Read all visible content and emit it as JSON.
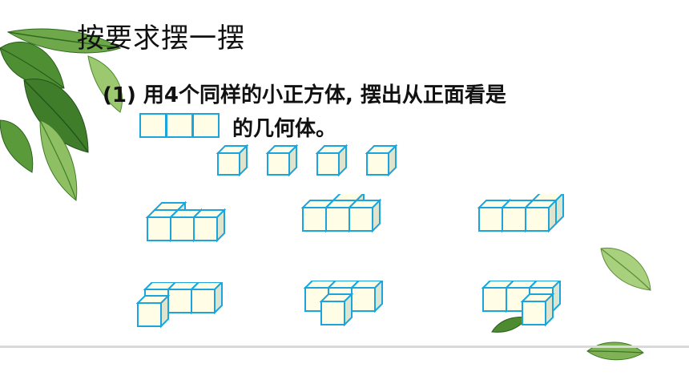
{
  "slide": {
    "title": "按要求摆一摆",
    "question_line1": "(1) 用4个同样的小正方体, 摆出从正面看是",
    "question_line2": "的几何体。",
    "front_view_squares": 3
  },
  "colors": {
    "cube_outline": "#1aa5dc",
    "cube_front": "#fffde6",
    "cube_side": "#dfe4cf",
    "leaf_dark": "#3f7d2a",
    "leaf_light": "#9cc870",
    "divider": "#d9d9d9"
  },
  "icons": [
    "leaf-cluster-icon",
    "leaf-icon",
    "cube-icon"
  ],
  "models": [
    {
      "name": "four-single-cubes",
      "cubes": 4
    },
    {
      "name": "row-of-three-back-left",
      "cubes": 4
    },
    {
      "name": "row-of-three-back-middle",
      "cubes": 4
    },
    {
      "name": "row-of-three-back-right",
      "cubes": 4
    },
    {
      "name": "row-of-three-front-left",
      "cubes": 4
    },
    {
      "name": "row-of-three-front-middle",
      "cubes": 4
    },
    {
      "name": "row-of-three-front-right",
      "cubes": 4
    }
  ]
}
